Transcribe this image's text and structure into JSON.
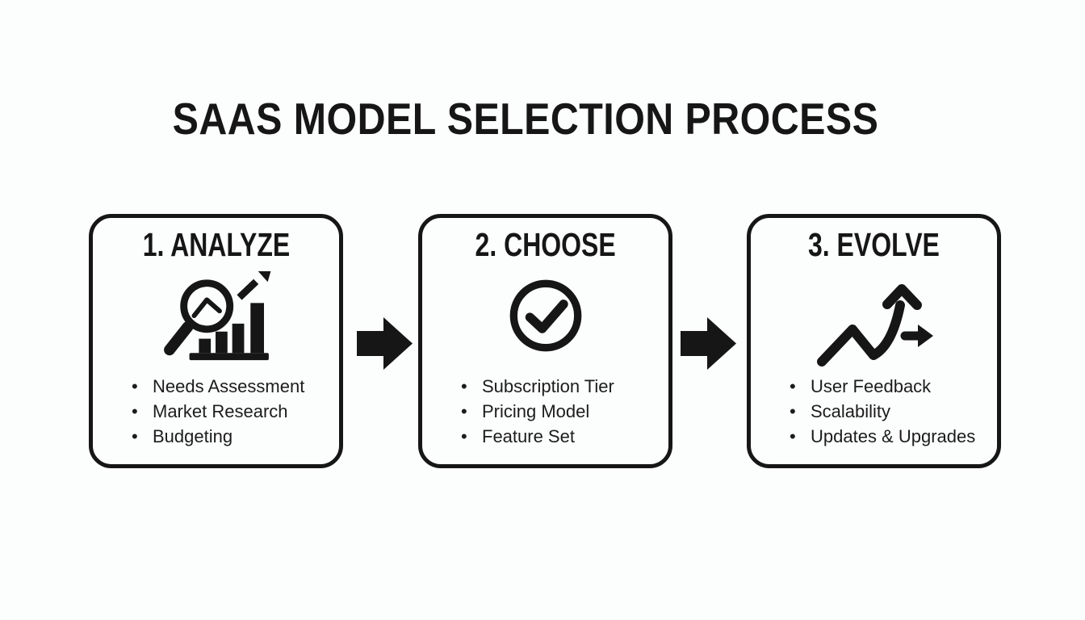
{
  "title": "SAAS MODEL SELECTION PROCESS",
  "connector_icon": "solid-right-arrow-icon",
  "colors": {
    "ink": "#161616",
    "background": "#fcfdfd"
  },
  "steps": [
    {
      "heading": "1. ANALYZE",
      "icon": "magnifier-growth-chart-icon",
      "bullet_char": "•",
      "bullets": [
        "Needs Assessment",
        "Market Research",
        "Budgeting"
      ]
    },
    {
      "heading": "2. CHOOSE",
      "icon": "check-circle-icon",
      "bullet_char": "•",
      "bullets": [
        "Subscription Tier",
        "Pricing Model",
        "Feature Set"
      ]
    },
    {
      "heading": "3. EVOLVE",
      "icon": "rising-zigzag-arrow-icon",
      "bullet_char": "•",
      "bullets": [
        "User Feedback",
        "Scalability",
        "Updates & Upgrades"
      ]
    }
  ]
}
